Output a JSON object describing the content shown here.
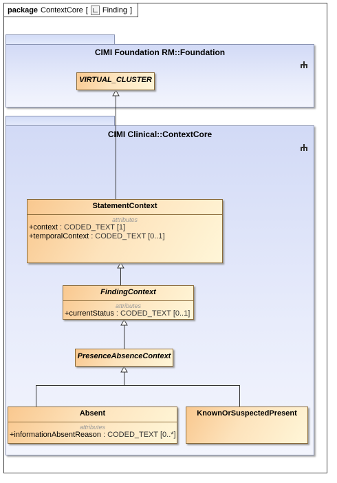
{
  "frame": {
    "keyword": "package",
    "name": "ContextCore",
    "bracket_open": "[",
    "diagram_name": "Finding",
    "bracket_close": "]"
  },
  "packages": {
    "foundation": {
      "title": "CIMI Foundation RM::Foundation"
    },
    "contextcore": {
      "title": "CIMI Clinical::ContextCore"
    }
  },
  "classes": {
    "virtual_cluster": {
      "name": "VIRTUAL_CLUSTER"
    },
    "statement_context": {
      "name": "StatementContext",
      "stereotype": "attributes",
      "attributes": [
        {
          "name": "+context",
          "type": " : CODED_TEXT [1]"
        },
        {
          "name": "+temporalContext",
          "type": " : CODED_TEXT [0..1]"
        }
      ]
    },
    "finding_context": {
      "name": "FindingContext",
      "stereotype": "attributes",
      "attributes": [
        {
          "name": "+currentStatus",
          "type": " : CODED_TEXT [0..1]"
        }
      ]
    },
    "presence_absence_context": {
      "name": "PresenceAbsenceContext"
    },
    "absent": {
      "name": "Absent",
      "stereotype": "attributes",
      "attributes": [
        {
          "name": "+informationAbsentReason",
          "type": " : CODED_TEXT [0..*]"
        }
      ]
    },
    "known_or_suspected_present": {
      "name": "KnownOrSuspectedPresent"
    }
  },
  "colors": {
    "package_fill": "#dfe5f9",
    "class_fill_start": "#f9c88f",
    "class_fill_end": "#fff6d8",
    "line": "#333333"
  }
}
